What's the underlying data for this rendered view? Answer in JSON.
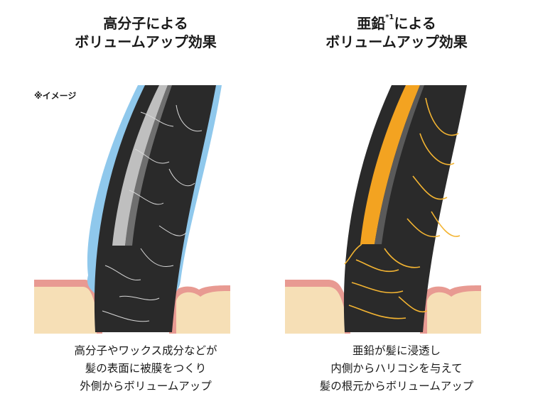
{
  "left": {
    "title_line1": "高分子による",
    "title_line2": "ボリュームアップ効果",
    "note": "※イメージ",
    "caption": [
      "高分子やワックス成分などが",
      "髪の表面に被膜をつくり",
      "外側からボリュームアップ"
    ]
  },
  "right": {
    "title_line1_main": "亜鉛",
    "title_line1_sup": "*1",
    "title_line1_rest": "による",
    "title_line2": "ボリュームアップ効果",
    "caption": [
      "亜鉛が髪に浸透し",
      "内側からハリコシを与えて",
      "髪の根元からボリュームアップ"
    ]
  },
  "colors": {
    "coating": "#8fc8ec",
    "hair": "#2a2a2a",
    "zinc": "#f3a321",
    "skin": "#f6dfb6",
    "gum": "#e89a92"
  }
}
